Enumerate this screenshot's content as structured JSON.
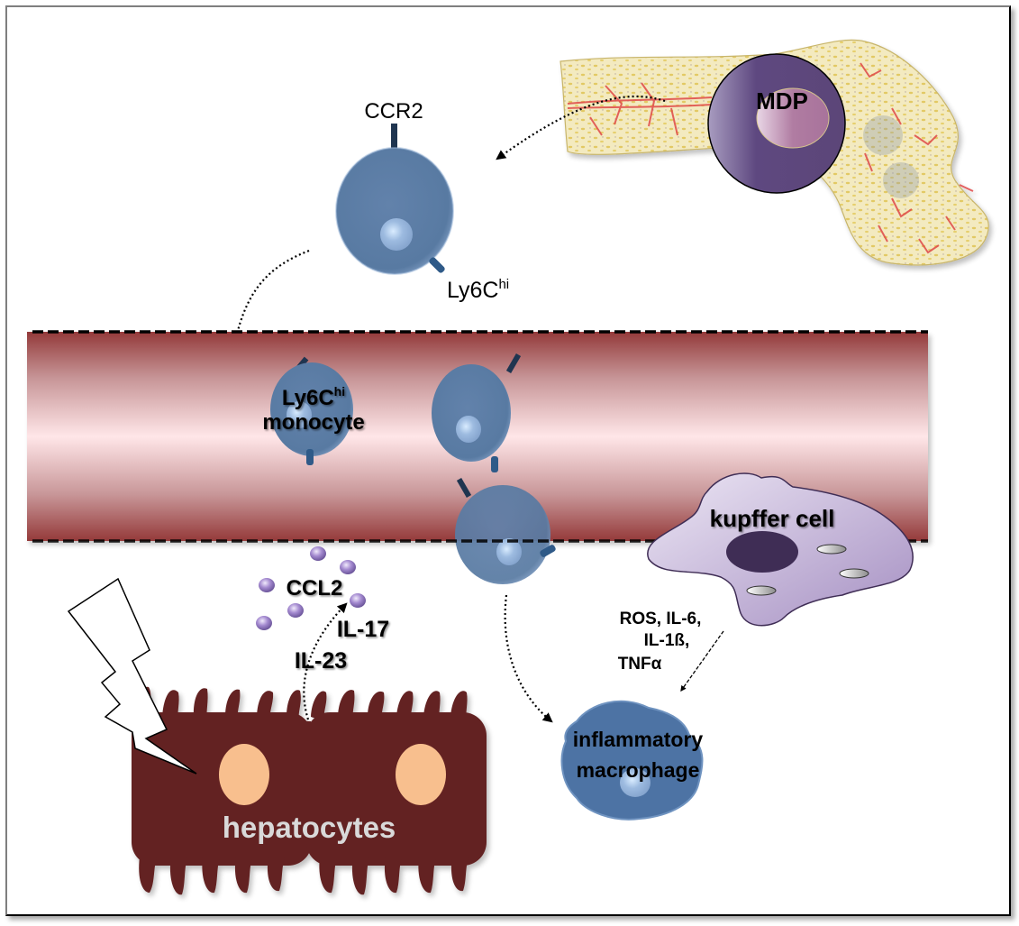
{
  "diagram": {
    "title": "Monocyte recruitment to injured liver",
    "colors": {
      "monocyte": "#5b7ba3",
      "receptor_ccr2": "#1f3550",
      "receptor_ly6c": "#2f5a88",
      "mdp_outer": "#5c4680",
      "mdp_nucleus": "#a9789f",
      "vessel_edge": "#943a3a",
      "vessel_center": "#ffe6e8",
      "hepatocyte": "#632323",
      "hepatocyte_nucleus": "#f8bf8e",
      "hepatocyte_label": "#d9d9d9",
      "kupffer": "#c9bcd9",
      "kupffer_nucleus": "#3f2d55",
      "chemokine": "#9e86c8",
      "bone": "#efe2a8",
      "bone_vessel": "#e04848"
    },
    "labels": {
      "mdp": "MDP",
      "ccr2": "CCR2",
      "ly6c_base": "Ly6C",
      "ly6c_sup": "hi",
      "monocyte_line1_base": "Ly6C",
      "monocyte_line1_sup": "hi",
      "monocyte_line2": "monocyte",
      "kupffer": "kupffer cell",
      "ccl2": "CCL2",
      "il17": "IL-17",
      "il23": "IL-23",
      "cytokines_line1": "ROS, IL-6,",
      "cytokines_line2": "IL-1ß,",
      "cytokines_line3": "TNFα",
      "macrophage_line1": "inflammatory",
      "macrophage_line2": "macrophage",
      "hepatocytes": "hepatocytes"
    },
    "icons": {
      "injury": "lightning-bolt-icon",
      "bone": "bone-marrow-illustration"
    }
  }
}
